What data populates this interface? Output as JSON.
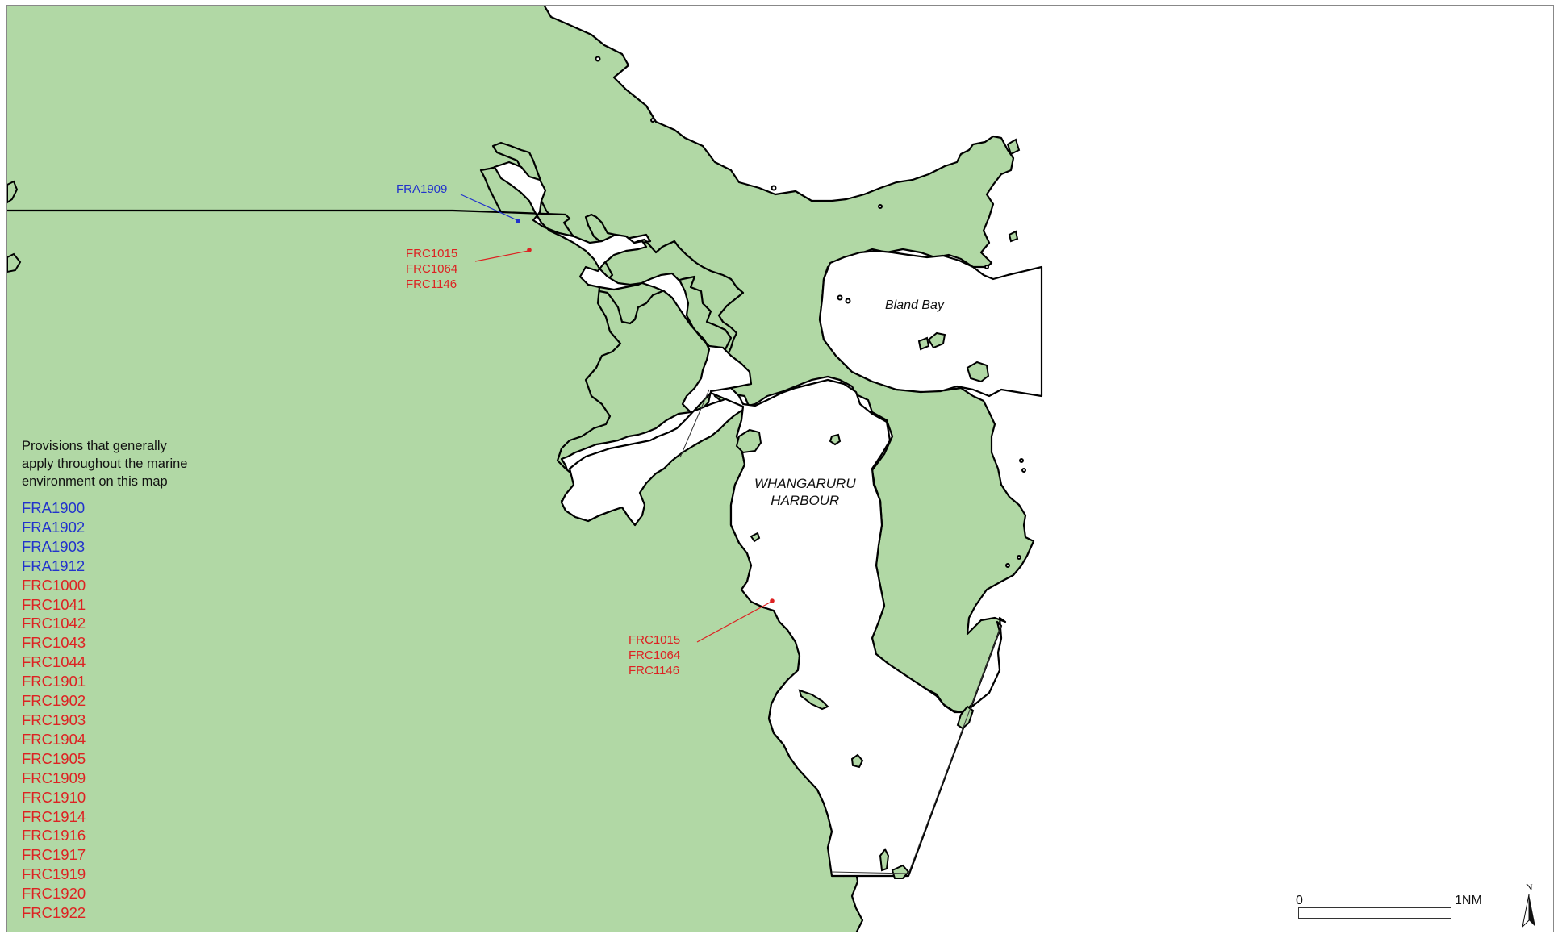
{
  "map": {
    "colors": {
      "land": "#b1d8a5",
      "water": "#ffffff",
      "blue_label": "#2233cc",
      "red_label": "#dd2222"
    },
    "place_names": {
      "bland_bay": "Bland Bay",
      "whangaruru_harbour": "WHANGARURU\nHARBOUR"
    },
    "sites": [
      {
        "id": "north-blue",
        "codes": "FRA1909",
        "color": "blue"
      },
      {
        "id": "north-red",
        "codes": "FRC1015\nFRC1064\nFRC1146",
        "color": "red"
      },
      {
        "id": "harbour-red",
        "codes": "FRC1015\nFRC1064\nFRC1146",
        "color": "red"
      }
    ]
  },
  "legend": {
    "heading": "Provisions that generally\napply throughout the marine\nenvironment on this map",
    "blue_items": [
      "FRA1900",
      "FRA1902",
      "FRA1903",
      "FRA1912"
    ],
    "red_items": [
      "FRC1000",
      "FRC1041",
      "FRC1042",
      "FRC1043",
      "FRC1044",
      "FRC1901",
      "FRC1902",
      "FRC1903",
      "FRC1904",
      "FRC1905",
      "FRC1909",
      "FRC1910",
      "FRC1914",
      "FRC1916",
      "FRC1917",
      "FRC1919",
      "FRC1920",
      "FRC1922"
    ]
  },
  "scale": {
    "start": "0",
    "end": "1NM"
  },
  "north_arrow": {
    "label": "N",
    "icon": "north-arrow-icon"
  }
}
